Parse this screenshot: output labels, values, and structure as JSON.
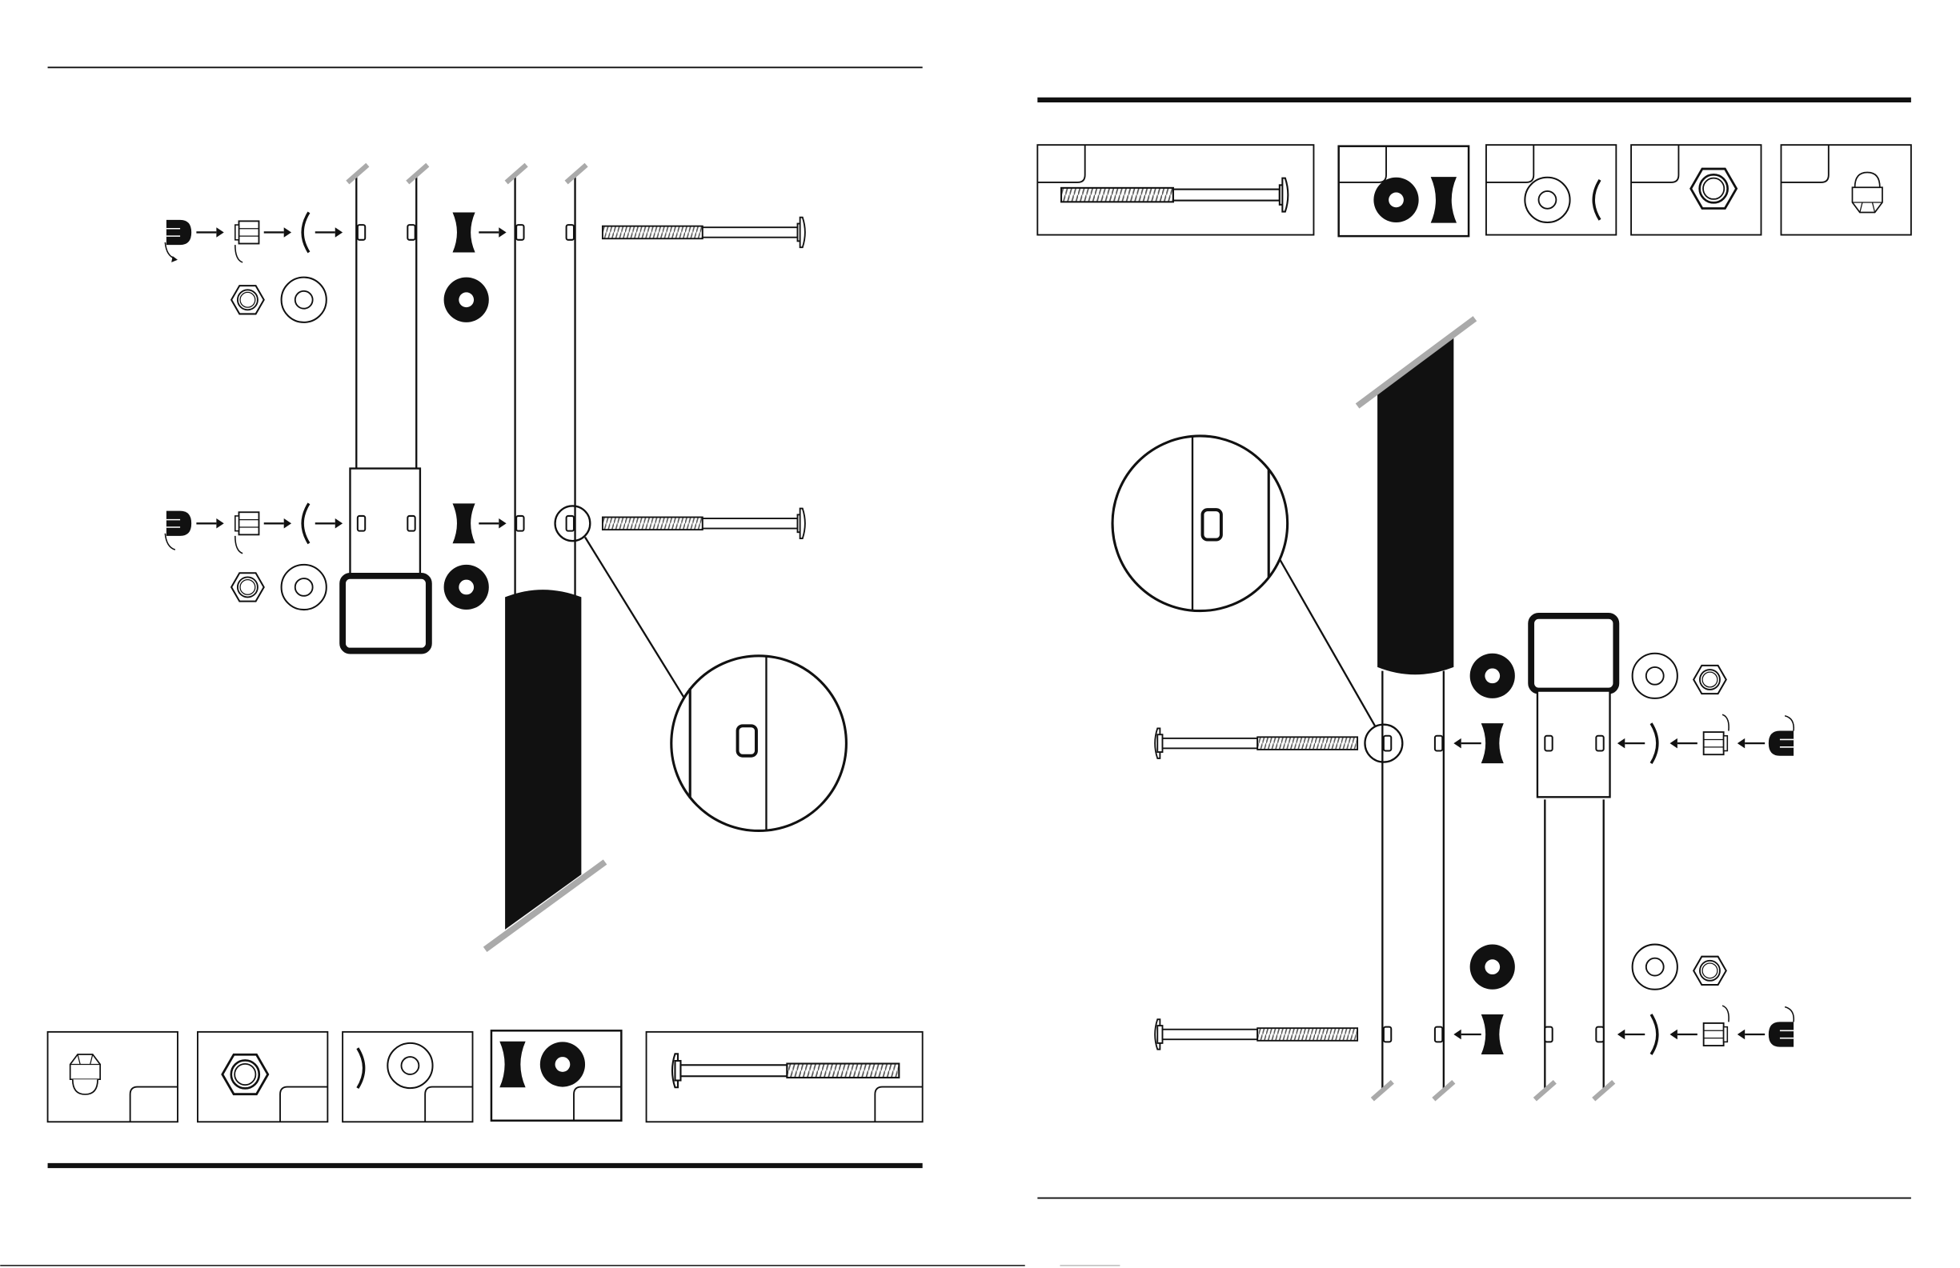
{
  "document": {
    "type": "assembly-instructions-spread",
    "pages": [
      {
        "id": "left-page",
        "hardware_legend": [
          {
            "id": "acorn-cap-nut"
          },
          {
            "id": "hex-nut"
          },
          {
            "id": "curved-washer-and-flat-washer"
          },
          {
            "id": "spacer-and-round-washer"
          },
          {
            "id": "carriage-bolt"
          }
        ],
        "text": []
      },
      {
        "id": "right-page",
        "hardware_legend": [
          {
            "id": "carriage-bolt"
          },
          {
            "id": "round-washer-and-spacer"
          },
          {
            "id": "flat-washer-and-curved-washer"
          },
          {
            "id": "hex-nut"
          },
          {
            "id": "acorn-cap-nut"
          }
        ],
        "text": []
      }
    ],
    "colors": {
      "ink": "#111111",
      "cut_marks": "#aaaaaa",
      "bolt_thread": "#777777",
      "paper": "#ffffff"
    }
  }
}
